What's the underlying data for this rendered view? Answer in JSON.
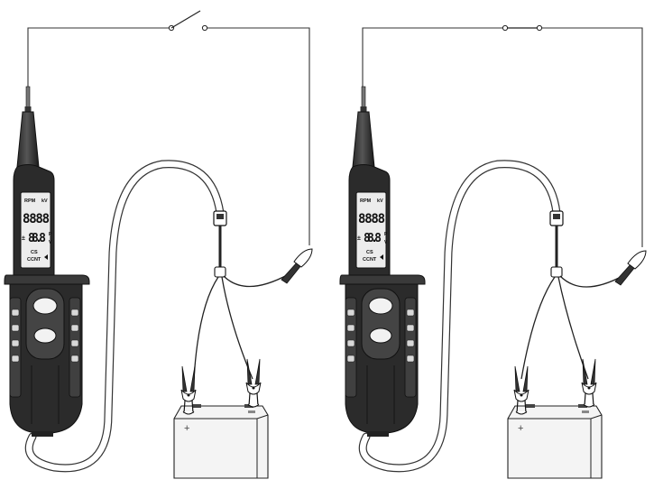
{
  "diagrams": [
    {
      "switch_state": "open",
      "display": {
        "label_rpm": "RPM",
        "label_kv": "kV",
        "main_reading": "8888",
        "sign": "±",
        "sub_reading": "88.8",
        "unit_top": "P",
        "unit_bottom": "V",
        "label_cs": "CS",
        "label_ccnt": "CCNT",
        "battery_mark": "+"
      }
    },
    {
      "switch_state": "closed",
      "display": {
        "label_rpm": "RPM",
        "label_kv": "kV",
        "main_reading": "8888",
        "sign": "±",
        "sub_reading": "88.8",
        "unit_top": "P",
        "unit_bottom": "V",
        "label_cs": "CS",
        "label_ccnt": "CCNT",
        "battery_mark": "+"
      }
    }
  ]
}
